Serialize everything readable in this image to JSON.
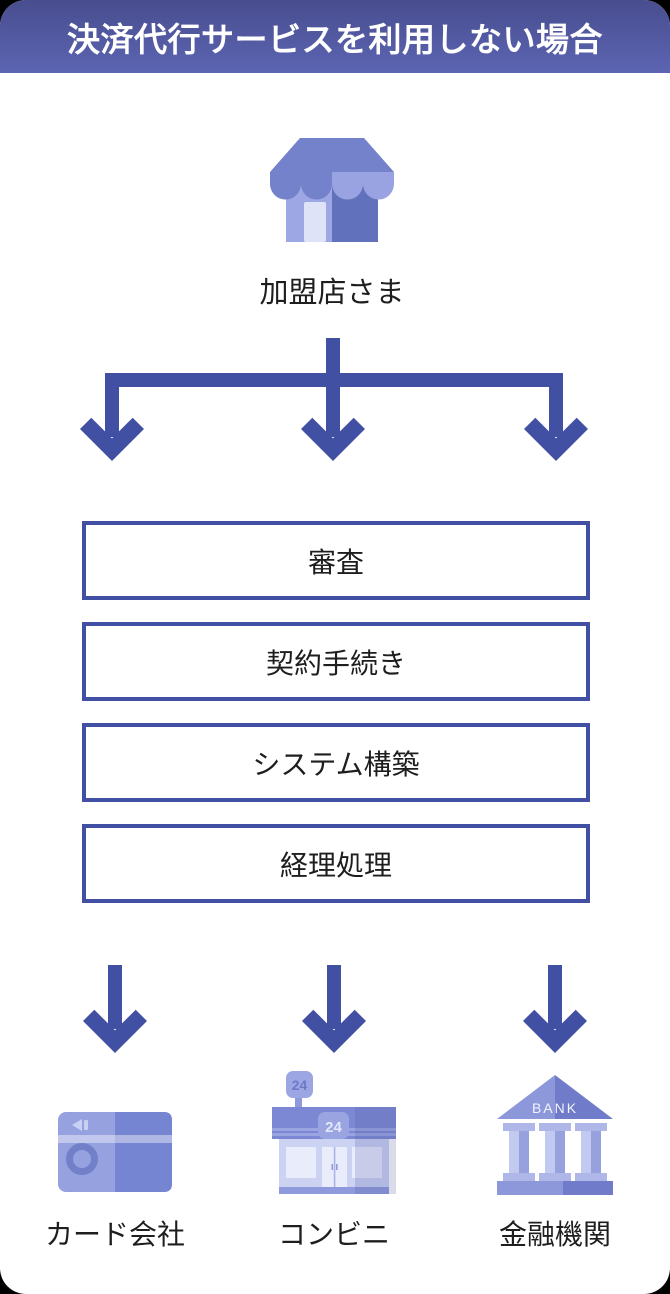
{
  "header": {
    "title": "決済代行サービスを利用しない場合"
  },
  "colors": {
    "background_outside": "#000000",
    "card_background": "#ffffff",
    "header_gradient_top": "#484d8e",
    "header_gradient_bottom": "#5c65b3",
    "accent": "#4150a3",
    "text": "#1e1e1e"
  },
  "merchant": {
    "icon": "storefront-icon",
    "label": "加盟店さま"
  },
  "process_steps": [
    {
      "label": "審査"
    },
    {
      "label": "契約手続き"
    },
    {
      "label": "システム構築"
    },
    {
      "label": "経理処理"
    }
  ],
  "destinations": [
    {
      "icon": "credit-card-icon",
      "label": "カード会社"
    },
    {
      "icon": "convenience-store-icon",
      "label": "コンビニ",
      "sign_text": "24",
      "badge_text": "24"
    },
    {
      "icon": "bank-icon",
      "label": "金融機関",
      "building_text": "BANK"
    }
  ]
}
